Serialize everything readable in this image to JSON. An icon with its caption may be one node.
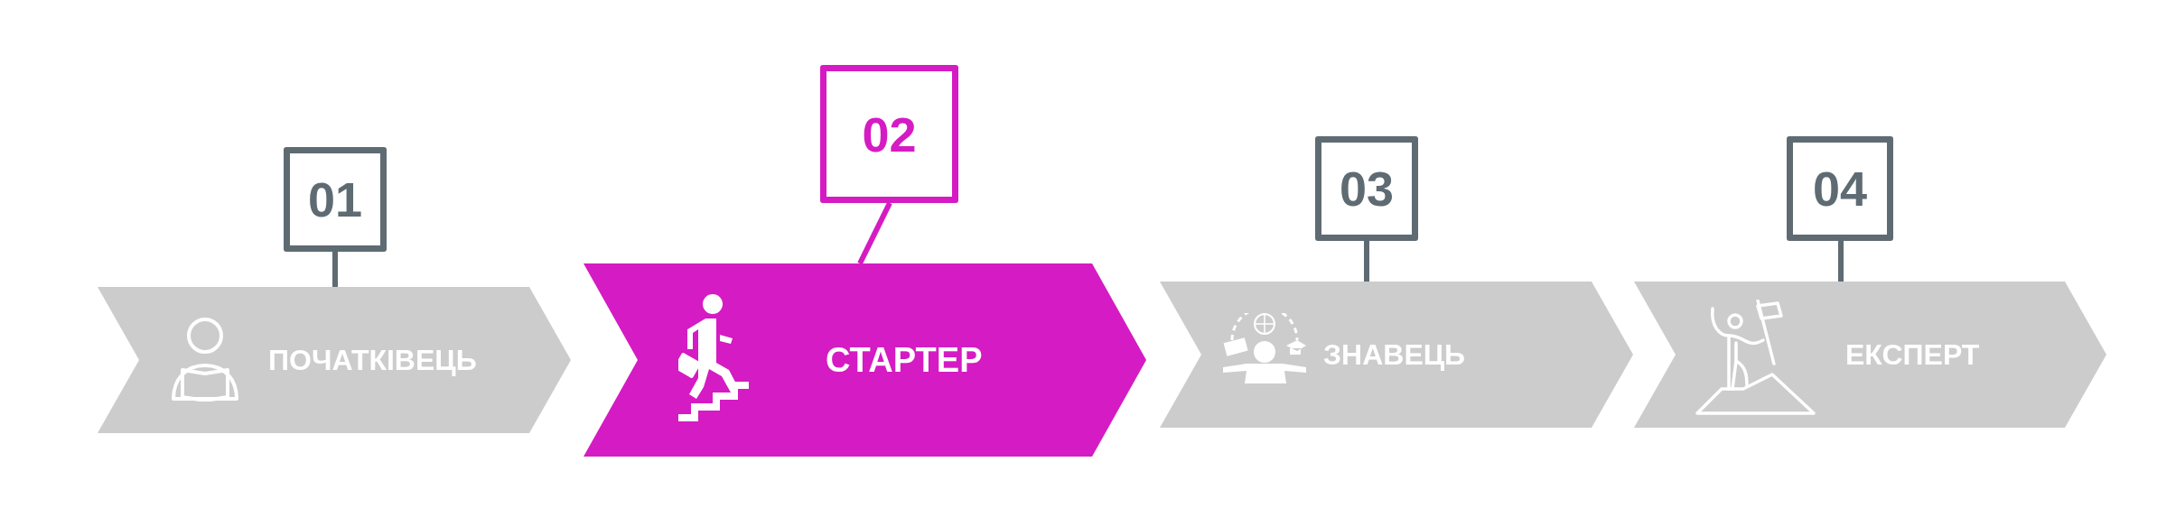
{
  "diagram": {
    "nodes": [
      {
        "text": [
          "01"
        ]
      },
      {
        "text": [
          "ПОЧАТКІВЕЦЬ"
        ]
      },
      {
        "text": [
          "02"
        ]
      },
      {
        "text": [
          "СТАРТЕР"
        ]
      },
      {
        "text": [
          "03"
        ]
      },
      {
        "text": [
          "ЗНАВЕЦЬ"
        ]
      },
      {
        "text": [
          "04"
        ]
      },
      {
        "text": [
          "ЕКСПЕРТ"
        ]
      }
    ],
    "edges": [
      {
        "from": 0,
        "to": 1,
        "arrow": "none"
      },
      {
        "from": 2,
        "to": 3,
        "arrow": "none",
        "color": "#d51bc3"
      },
      {
        "from": 4,
        "to": 5,
        "arrow": "none"
      },
      {
        "from": 6,
        "to": 7,
        "arrow": "none"
      }
    ]
  }
}
